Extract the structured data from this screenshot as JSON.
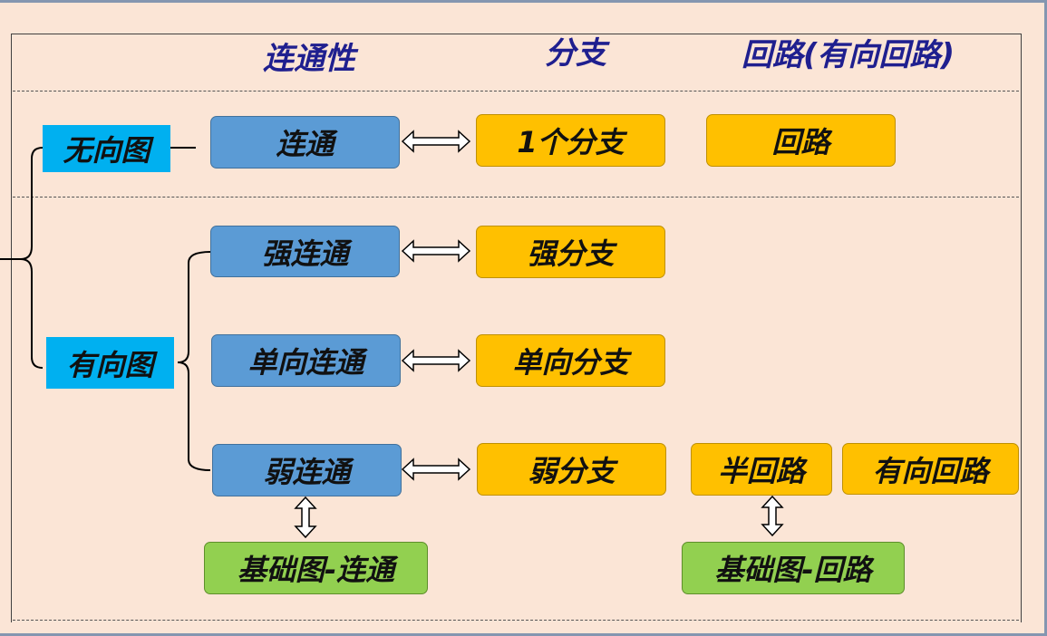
{
  "headers": {
    "connectivity": "连通性",
    "branch": "分支",
    "circuit": "回路(有向回路)"
  },
  "graph_types": {
    "undirected": "无向图",
    "directed": "有向图"
  },
  "connectivity": {
    "connected": "连通",
    "strong": "强连通",
    "unilateral": "单向连通",
    "weak": "弱连通"
  },
  "branches": {
    "one": "1个分支",
    "strong": "强分支",
    "unilateral": "单向分支",
    "weak": "弱分支"
  },
  "circuits": {
    "circuit": "回路",
    "semi": "半回路",
    "directed": "有向回路"
  },
  "base_graph": {
    "connected": "基础图-连通",
    "circuit": "基础图-回路"
  },
  "colors": {
    "background": "#fbe5d6",
    "header_text": "#1f1f8f",
    "connectivity_box": "#5b9bd5",
    "branch_box": "#ffc000",
    "base_graph_box": "#92d050",
    "graph_type_box": "#00b0f0"
  }
}
